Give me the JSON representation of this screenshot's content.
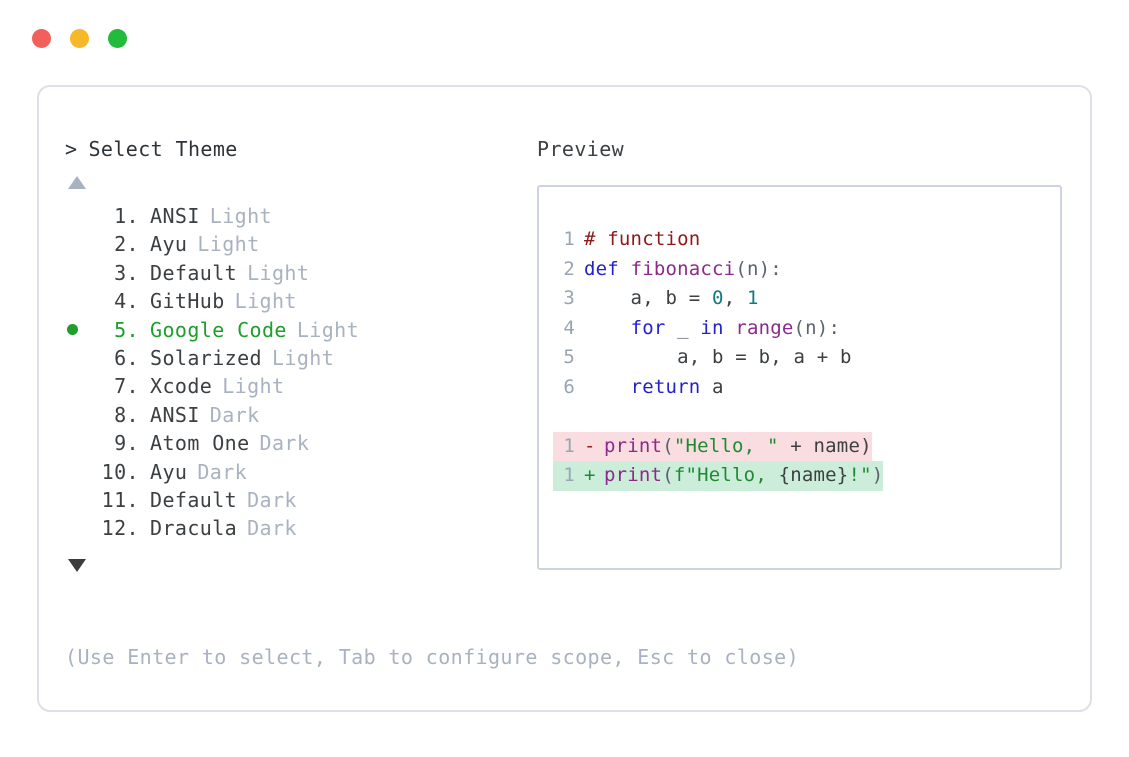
{
  "window": {
    "traffic_lights": [
      {
        "name": "close",
        "color": "#F1605B"
      },
      {
        "name": "minimize",
        "color": "#F5B828"
      },
      {
        "name": "maximize",
        "color": "#22BB3B"
      }
    ]
  },
  "prompt": {
    "chevron": ">",
    "label": "Select Theme"
  },
  "scroll": {
    "up_icon": "triangle-up",
    "down_icon": "triangle-down",
    "up_color": "#A9B2C1",
    "down_color": "#3C3C3C"
  },
  "theme_list": {
    "selected_index": 5,
    "selected_bullet": "●",
    "accent": "#1F9E2C",
    "variant_color": "#A9B2C1",
    "items": [
      {
        "index": "1.",
        "name": "ANSI",
        "variant": "Light",
        "selected": false
      },
      {
        "index": "2.",
        "name": "Ayu",
        "variant": "Light",
        "selected": false
      },
      {
        "index": "3.",
        "name": "Default",
        "variant": "Light",
        "selected": false
      },
      {
        "index": "4.",
        "name": "GitHub",
        "variant": "Light",
        "selected": false
      },
      {
        "index": "5.",
        "name": "Google Code",
        "variant": "Light",
        "selected": true
      },
      {
        "index": "6.",
        "name": "Solarized",
        "variant": "Light",
        "selected": false
      },
      {
        "index": "7.",
        "name": "Xcode",
        "variant": "Light",
        "selected": false
      },
      {
        "index": "8.",
        "name": "ANSI",
        "variant": "Dark",
        "selected": false
      },
      {
        "index": "9.",
        "name": "Atom One",
        "variant": "Dark",
        "selected": false
      },
      {
        "index": "10.",
        "name": "Ayu",
        "variant": "Dark",
        "selected": false
      },
      {
        "index": "11.",
        "name": "Default",
        "variant": "Dark",
        "selected": false
      },
      {
        "index": "12.",
        "name": "Dracula",
        "variant": "Dark",
        "selected": false
      }
    ]
  },
  "hint": "(Use Enter to select, Tab to configure scope, Esc to close)",
  "preview": {
    "label": "Preview",
    "code_lines": [
      {
        "number": "1",
        "tokens": [
          {
            "text": "# function",
            "kind": "comment"
          }
        ]
      },
      {
        "number": "2",
        "tokens": [
          {
            "text": "def ",
            "kind": "kw"
          },
          {
            "text": "fibonacci",
            "kind": "fn"
          },
          {
            "text": "(n):",
            "kind": "punct"
          }
        ]
      },
      {
        "number": "3",
        "tokens": [
          {
            "text": "    a, b = ",
            "kind": "plain"
          },
          {
            "text": "0",
            "kind": "num"
          },
          {
            "text": ", ",
            "kind": "plain"
          },
          {
            "text": "1",
            "kind": "num"
          }
        ]
      },
      {
        "number": "4",
        "tokens": [
          {
            "text": "    ",
            "kind": "plain"
          },
          {
            "text": "for",
            "kind": "kw"
          },
          {
            "text": " _ ",
            "kind": "punct"
          },
          {
            "text": "in",
            "kind": "kw"
          },
          {
            "text": " ",
            "kind": "plain"
          },
          {
            "text": "range",
            "kind": "fn"
          },
          {
            "text": "(n):",
            "kind": "punct"
          }
        ]
      },
      {
        "number": "5",
        "tokens": [
          {
            "text": "        a, b = b, a + b",
            "kind": "plain"
          }
        ]
      },
      {
        "number": "6",
        "tokens": [
          {
            "text": "    ",
            "kind": "plain"
          },
          {
            "text": "return",
            "kind": "kw"
          },
          {
            "text": " a",
            "kind": "plain"
          }
        ]
      }
    ],
    "diff": {
      "removed": {
        "number": "1",
        "marker": "-",
        "bg": "#FADDE0",
        "tokens": [
          {
            "text": "print",
            "kind": "fn"
          },
          {
            "text": "(",
            "kind": "punct"
          },
          {
            "text": "\"Hello, \"",
            "kind": "str"
          },
          {
            "text": " + name)",
            "kind": "plain"
          }
        ]
      },
      "added": {
        "number": "1",
        "marker": "+",
        "bg": "#CCEDD9",
        "tokens": [
          {
            "text": "print",
            "kind": "fn"
          },
          {
            "text": "(",
            "kind": "punct"
          },
          {
            "text": "f\"Hello, ",
            "kind": "str"
          },
          {
            "text": "{name}",
            "kind": "plain"
          },
          {
            "text": "!\"",
            "kind": "str"
          },
          {
            "text": ")",
            "kind": "punct"
          }
        ]
      }
    }
  }
}
